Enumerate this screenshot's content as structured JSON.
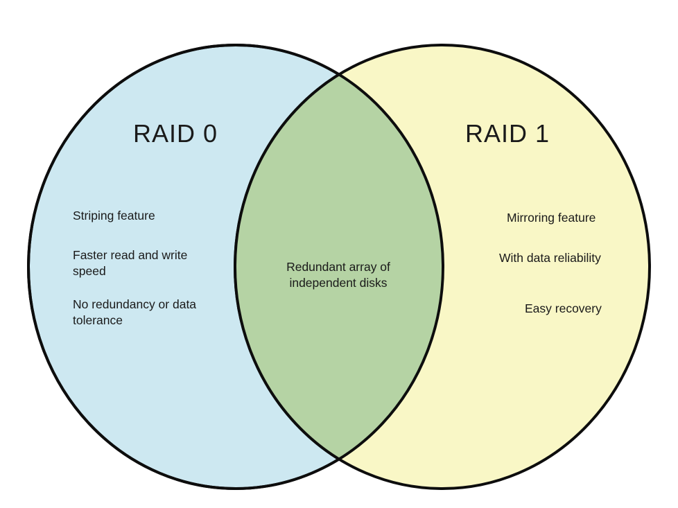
{
  "diagram": {
    "type": "venn",
    "left_set": {
      "title": "RAID 0",
      "items": [
        "Striping feature",
        "Faster read and write speed",
        "No redundancy or data tolerance"
      ]
    },
    "right_set": {
      "title": "RAID 1",
      "items": [
        "Mirroring feature",
        "With data reliability",
        "Easy recovery"
      ]
    },
    "overlap": {
      "label": "Redundant array of independent disks"
    }
  },
  "colors": {
    "left_fill": "#cde8f1",
    "right_fill": "#f9f7c6",
    "overlap_fill": "#b5d3a4",
    "outline": "#0d0d0d",
    "background": "#ffffff"
  }
}
